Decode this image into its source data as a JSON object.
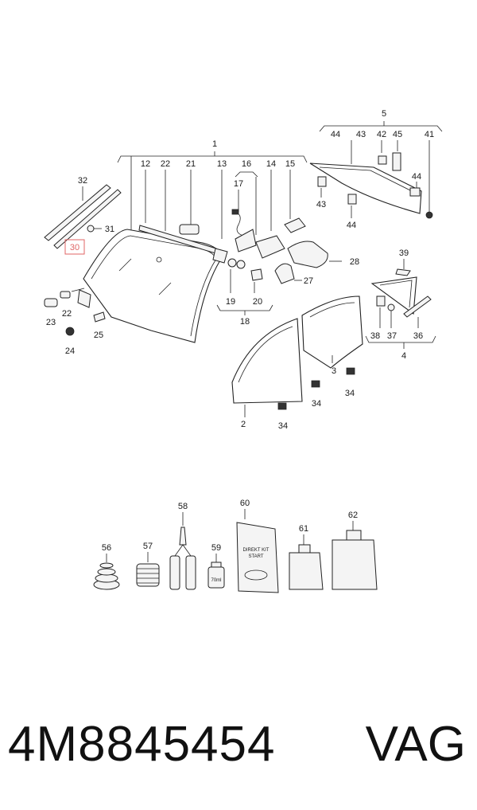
{
  "diagram": {
    "callouts": {
      "c1": "1",
      "c2": "2",
      "c3": "3",
      "c4": "4",
      "c5": "5",
      "c12": "12",
      "c13": "13",
      "c14": "14",
      "c15": "15",
      "c16": "16",
      "c17": "17",
      "c18": "18",
      "c19": "19",
      "c20": "20",
      "c21": "21",
      "c22": "22",
      "c22b": "22",
      "c23": "23",
      "c24": "24",
      "c25": "25",
      "c27": "27",
      "c28": "28",
      "c30": "30",
      "c31": "31",
      "c32": "32",
      "c34a": "34",
      "c34b": "34",
      "c34c": "34",
      "c36": "36",
      "c37": "37",
      "c38": "38",
      "c39": "39",
      "c41": "41",
      "c42": "42",
      "c43a": "43",
      "c43b": "43",
      "c44a": "44",
      "c44b": "44",
      "c44c": "44",
      "c45": "45",
      "c56": "56",
      "c57": "57",
      "c58": "58",
      "c59": "59",
      "c60": "60",
      "c61": "61",
      "c62": "62"
    },
    "highlighted_callout": "30",
    "highlight_color": "#e06666",
    "package_text": {
      "bottle_59": "70ml",
      "packet_60_line1": "DIREKT KIT",
      "packet_60_line2": "START"
    }
  },
  "footer": {
    "part_number": "4M8845454",
    "brand": "VAG"
  }
}
